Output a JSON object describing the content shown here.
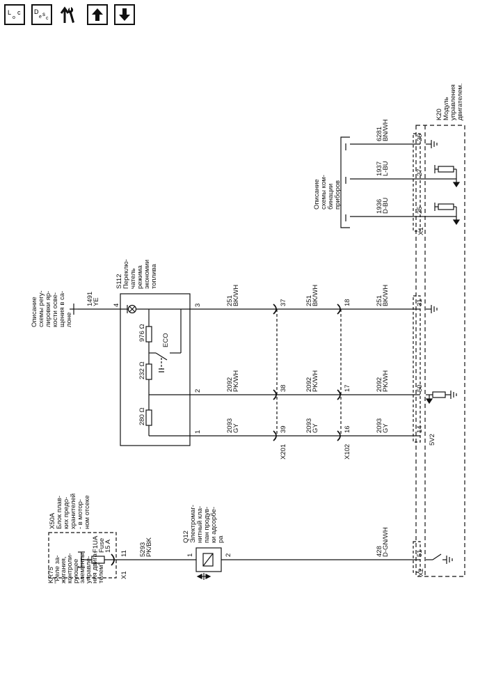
{
  "toolbar": {
    "legend_btn": {
      "a": "L",
      "b": "o",
      "c": "c"
    },
    "desc_btn": {
      "a": "D",
      "b": "e",
      "c": "s",
      "d": "c"
    }
  },
  "diagram": {
    "k20": {
      "id": "K20",
      "name": [
        "Модуль",
        "управления",
        "двигателем."
      ]
    },
    "k20_x1": "X1",
    "k20_x2": "X2",
    "cluster": {
      "text": [
        "Описание",
        "схемы ком-",
        "бинации",
        "приборов"
      ]
    },
    "w6281": {
      "num": "6281",
      "color": "BN/WH",
      "pin": "26"
    },
    "w1937": {
      "num": "1937",
      "color": "L-BU",
      "pin": "27"
    },
    "w1936": {
      "num": "1936",
      "color": "D-BU",
      "pin": "25"
    },
    "s112": {
      "id": "S112",
      "name": [
        "Переклю-",
        "чатель",
        "режима",
        "экономии",
        "топлива"
      ]
    },
    "r976": "976 Ω",
    "r232": "232 Ω",
    "r280": "280 Ω",
    "eco": "ECO",
    "s112_pins": [
      "4",
      "3",
      "2",
      "1"
    ],
    "interior": {
      "text": [
        "Описание",
        "схемы регу-",
        "лировки яр-",
        "кости осве-",
        "щения в са-",
        "лоне"
      ]
    },
    "w1491": {
      "num": "1491",
      "color": "YE"
    },
    "w251": {
      "num": "251",
      "color": "BK/WH"
    },
    "w2092": {
      "num": "2092",
      "color": "PK/WH"
    },
    "w2093": {
      "num": "2093",
      "color": "GY"
    },
    "x201": {
      "name": "X201",
      "pins": [
        "37",
        "38",
        "39"
      ]
    },
    "x102": {
      "name": "X102",
      "pins": [
        "18",
        "17",
        "16"
      ]
    },
    "k20_pins": [
      "31",
      "50",
      "14"
    ],
    "ref_5v2": "5V2",
    "x50a": {
      "id": "X50A",
      "name": [
        "Блок плав-",
        "ких предо-",
        "хранителей",
        "- в мотор-",
        "ном отсеке"
      ]
    },
    "kr75": {
      "id": "KR75",
      "name": [
        "\"Реле за-",
        "жигания,",
        "контроли-",
        "рующее",
        "элементы",
        "управле-",
        "ния двига-",
        "телем\""
      ]
    },
    "fuse": {
      "id": "F1UA",
      "type": "Fuse",
      "rating": "15 A"
    },
    "x1_pin": {
      "conn": "X1",
      "pin": "11"
    },
    "w5293": {
      "num": "5293",
      "color": "PK/BK"
    },
    "q12": {
      "id": "Q12",
      "name": [
        "Электромаг-",
        "нитный кла-",
        "пан продув-",
        "ки адсорбе-",
        "ра"
      ]
    },
    "q12_pins": [
      "1",
      "2"
    ],
    "w428": {
      "num": "428",
      "color": "D-GN/WH",
      "pin": "51"
    }
  }
}
